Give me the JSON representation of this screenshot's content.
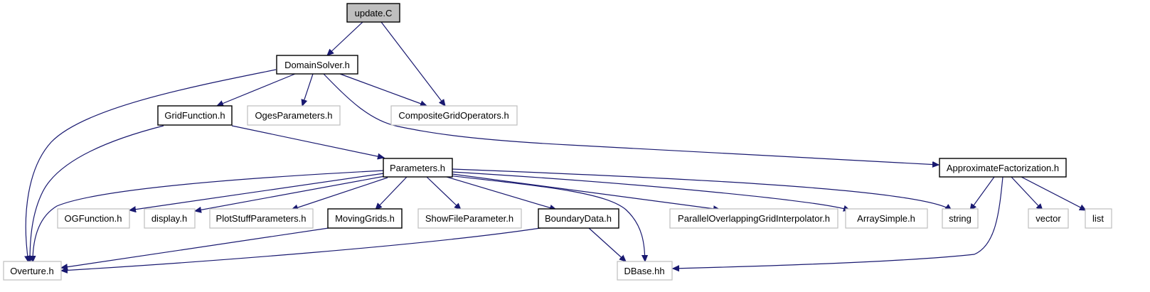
{
  "graph": {
    "edge_color": "#191970",
    "nodes": {
      "update_c": {
        "label": "update.C",
        "kind": "root"
      },
      "domainsolver_h": {
        "label": "DomainSolver.h",
        "kind": "documented"
      },
      "gridfunction_h": {
        "label": "GridFunction.h",
        "kind": "documented"
      },
      "ogesparameters_h": {
        "label": "OgesParameters.h",
        "kind": "external"
      },
      "compositegridoperators_h": {
        "label": "CompositeGridOperators.h",
        "kind": "external"
      },
      "parameters_h": {
        "label": "Parameters.h",
        "kind": "documented"
      },
      "approximatefactorization_h": {
        "label": "ApproximateFactorization.h",
        "kind": "documented"
      },
      "ogfunction_h": {
        "label": "OGFunction.h",
        "kind": "external"
      },
      "display_h": {
        "label": "display.h",
        "kind": "external"
      },
      "plotstuffparameters_h": {
        "label": "PlotStuffParameters.h",
        "kind": "external"
      },
      "movinggrids_h": {
        "label": "MovingGrids.h",
        "kind": "documented"
      },
      "showfileparameter_h": {
        "label": "ShowFileParameter.h",
        "kind": "external"
      },
      "boundarydata_h": {
        "label": "BoundaryData.h",
        "kind": "documented"
      },
      "paralleloverlappinggridinterpolator_h": {
        "label": "ParallelOverlappingGridInterpolator.h",
        "kind": "external"
      },
      "arraysimple_h": {
        "label": "ArraySimple.h",
        "kind": "external"
      },
      "string": {
        "label": "string",
        "kind": "external"
      },
      "vector": {
        "label": "vector",
        "kind": "external"
      },
      "list": {
        "label": "list",
        "kind": "external"
      },
      "overture_h": {
        "label": "Overture.h",
        "kind": "external"
      },
      "dbase_hh": {
        "label": "DBase.hh",
        "kind": "external"
      }
    },
    "edges": [
      {
        "from": "update_c",
        "to": "domainsolver_h"
      },
      {
        "from": "update_c",
        "to": "compositegridoperators_h"
      },
      {
        "from": "domainsolver_h",
        "to": "overture_h"
      },
      {
        "from": "domainsolver_h",
        "to": "gridfunction_h"
      },
      {
        "from": "domainsolver_h",
        "to": "ogesparameters_h"
      },
      {
        "from": "domainsolver_h",
        "to": "compositegridoperators_h"
      },
      {
        "from": "domainsolver_h",
        "to": "approximatefactorization_h"
      },
      {
        "from": "gridfunction_h",
        "to": "overture_h"
      },
      {
        "from": "gridfunction_h",
        "to": "parameters_h"
      },
      {
        "from": "parameters_h",
        "to": "overture_h"
      },
      {
        "from": "parameters_h",
        "to": "ogfunction_h"
      },
      {
        "from": "parameters_h",
        "to": "display_h"
      },
      {
        "from": "parameters_h",
        "to": "plotstuffparameters_h"
      },
      {
        "from": "parameters_h",
        "to": "movinggrids_h"
      },
      {
        "from": "parameters_h",
        "to": "showfileparameter_h"
      },
      {
        "from": "parameters_h",
        "to": "boundarydata_h"
      },
      {
        "from": "parameters_h",
        "to": "dbase_hh"
      },
      {
        "from": "parameters_h",
        "to": "paralleloverlappinggridinterpolator_h"
      },
      {
        "from": "parameters_h",
        "to": "arraysimple_h"
      },
      {
        "from": "parameters_h",
        "to": "string"
      },
      {
        "from": "approximatefactorization_h",
        "to": "string"
      },
      {
        "from": "approximatefactorization_h",
        "to": "dbase_hh"
      },
      {
        "from": "approximatefactorization_h",
        "to": "vector"
      },
      {
        "from": "approximatefactorization_h",
        "to": "list"
      },
      {
        "from": "movinggrids_h",
        "to": "overture_h"
      },
      {
        "from": "boundarydata_h",
        "to": "overture_h"
      },
      {
        "from": "boundarydata_h",
        "to": "dbase_hh"
      }
    ]
  }
}
